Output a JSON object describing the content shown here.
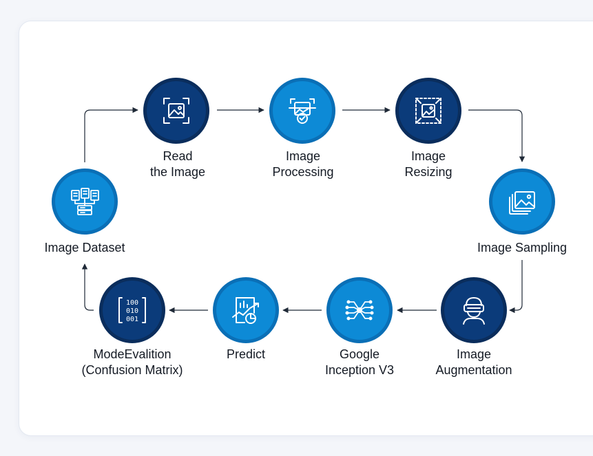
{
  "colors": {
    "dark_node": "#0b3b7a",
    "light_node": "#0d8ad6",
    "arrow": "#1f2937",
    "text": "#141a24"
  },
  "steps": [
    {
      "id": "read",
      "lines": [
        "Read",
        "the Image"
      ],
      "icon": "image-frame-icon",
      "style": "dark"
    },
    {
      "id": "processing",
      "lines": [
        "Image",
        "Processing"
      ],
      "icon": "image-check-icon",
      "style": "light"
    },
    {
      "id": "resizing",
      "lines": [
        "Image",
        "Resizing"
      ],
      "icon": "resize-icon",
      "style": "dark"
    },
    {
      "id": "sampling",
      "lines": [
        "Image Sampling"
      ],
      "icon": "image-stack-icon",
      "style": "light"
    },
    {
      "id": "augmentation",
      "lines": [
        "Image",
        "Augmentation"
      ],
      "icon": "vr-headset-icon",
      "style": "dark"
    },
    {
      "id": "inception",
      "lines": [
        "Google",
        "Inception V3"
      ],
      "icon": "neural-network-icon",
      "style": "light"
    },
    {
      "id": "predict",
      "lines": [
        "Predict"
      ],
      "icon": "chart-report-icon",
      "style": "light"
    },
    {
      "id": "evaluation",
      "lines": [
        "ModeEvalition",
        "(Confusion Matrix)"
      ],
      "icon": "binary-matrix-icon",
      "style": "dark"
    },
    {
      "id": "dataset",
      "lines": [
        "Image Dataset"
      ],
      "icon": "dataset-servers-icon",
      "style": "light"
    }
  ]
}
